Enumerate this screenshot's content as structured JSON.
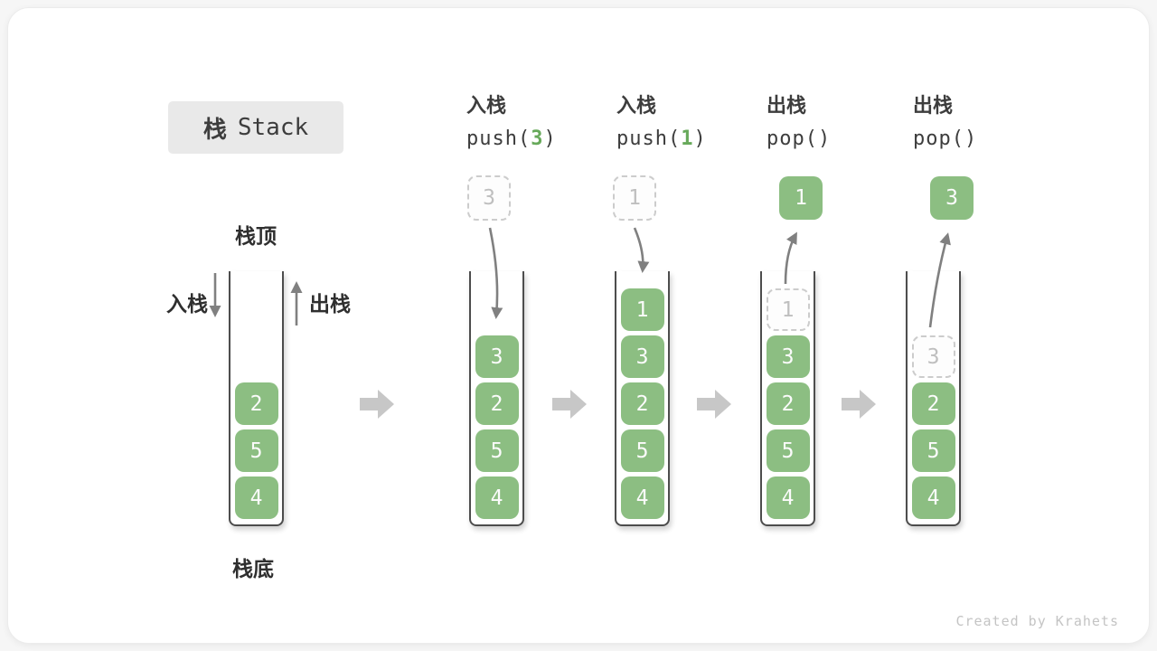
{
  "title": {
    "cn": "栈",
    "en": "Stack"
  },
  "labels": {
    "stack_top": "栈顶",
    "stack_bottom": "栈底",
    "push_label": "入栈",
    "pop_label": "出栈"
  },
  "columns": [
    {
      "label": "入栈",
      "fn": "push(",
      "arg": "3",
      "close": ")"
    },
    {
      "label": "入栈",
      "fn": "push(",
      "arg": "1",
      "close": ")"
    },
    {
      "label": "出栈",
      "fn": "pop(",
      "arg": "",
      "close": ")"
    },
    {
      "label": "出栈",
      "fn": "pop(",
      "arg": "",
      "close": ")"
    }
  ],
  "stacks": [
    {
      "cells": [
        {
          "v": "2"
        },
        {
          "v": "5"
        },
        {
          "v": "4"
        }
      ]
    },
    {
      "incoming": "3",
      "cells": [
        {
          "v": "3"
        },
        {
          "v": "2"
        },
        {
          "v": "5"
        },
        {
          "v": "4"
        }
      ]
    },
    {
      "incoming": "1",
      "cells": [
        {
          "v": "1"
        },
        {
          "v": "3"
        },
        {
          "v": "2"
        },
        {
          "v": "5"
        },
        {
          "v": "4"
        }
      ]
    },
    {
      "outgoing": "1",
      "cells": [
        {
          "v": "1",
          "ghost": true
        },
        {
          "v": "3"
        },
        {
          "v": "2"
        },
        {
          "v": "5"
        },
        {
          "v": "4"
        }
      ]
    },
    {
      "outgoing": "3",
      "cells": [
        {
          "v": "3",
          "ghost": true
        },
        {
          "v": "2"
        },
        {
          "v": "5"
        },
        {
          "v": "4"
        }
      ]
    }
  ],
  "watermark": "Created by Krahets",
  "colors": {
    "green": "#8cbe82",
    "green_dark": "#67a95a",
    "text": "#3d3d3d",
    "arrow": "#808080",
    "block_arrow": "#c7c7c7",
    "wall": "#4d4d4d",
    "ghost_border": "#cccccc",
    "ghost_text": "#bfbfbf",
    "title_bg": "#e9e9e9",
    "watermark": "#c4c4c4"
  }
}
